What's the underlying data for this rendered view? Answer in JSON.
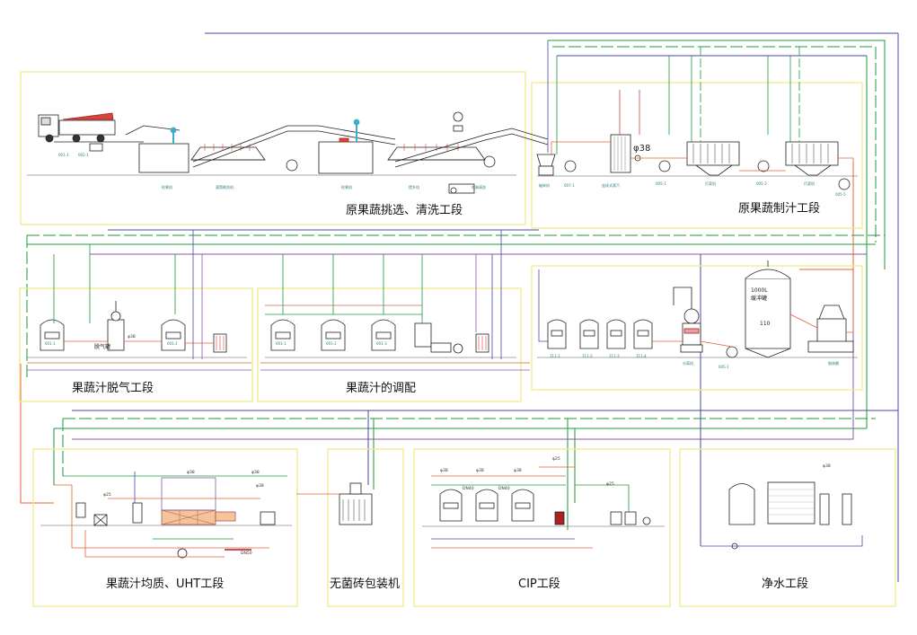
{
  "sections": [
    {
      "id": "washing",
      "label": "原果蔬挑选、清洗工段"
    },
    {
      "id": "juicing",
      "label": "原果蔬制汁工段"
    },
    {
      "id": "degas",
      "label": "果蔬汁脱气工段"
    },
    {
      "id": "blending",
      "label": "果蔬汁的调配"
    },
    {
      "id": "uht",
      "label": "果蔬汁均质、UHT工段"
    },
    {
      "id": "aseptic",
      "label": "无菌砖包装机"
    },
    {
      "id": "cip",
      "label": "CIP工段"
    },
    {
      "id": "water",
      "label": "净水工段"
    }
  ],
  "annotations": {
    "phi38_juicing": "φ38",
    "phi38_degas": "φ38",
    "tank_1000l": "1000L",
    "tank_1000l_sub": "缓冲罐",
    "tank_110": "110",
    "degas_tank_label": "脱气罐"
  },
  "colors": {
    "section_border": "#f2ec8a",
    "pipe_orange": "#e8623a",
    "pipe_green": "#1e9a3a",
    "pipe_blue": "#4a4aa8",
    "pipe_purple": "#8a5aa8",
    "equipment": "#222222"
  }
}
